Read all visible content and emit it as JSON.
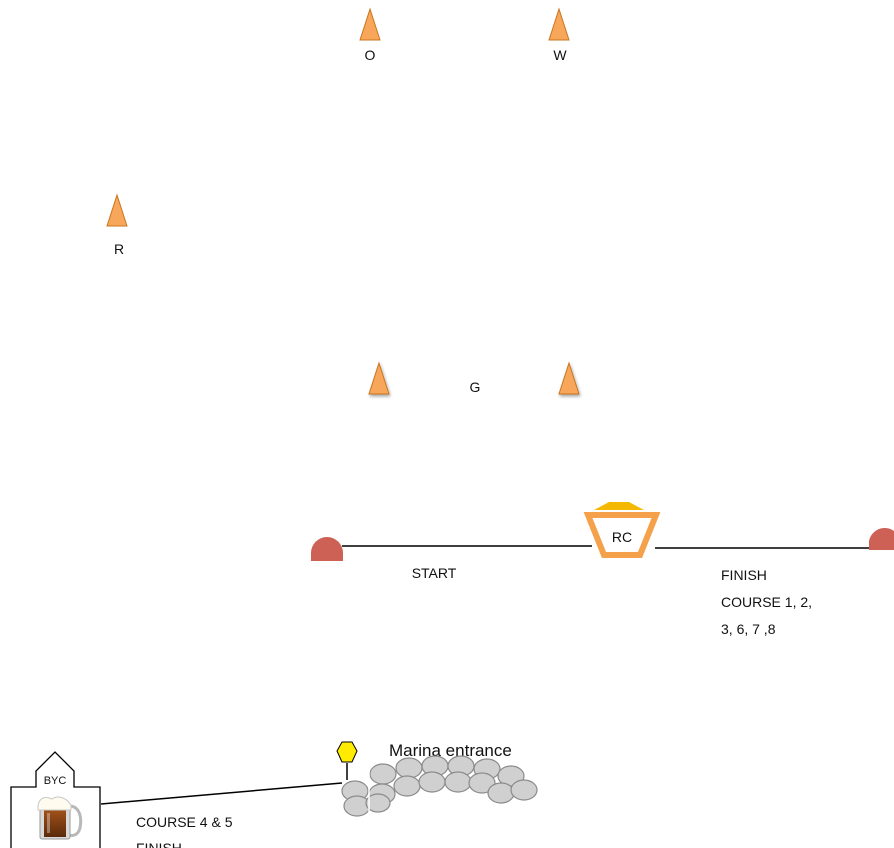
{
  "marks": [
    {
      "id": "O",
      "label": "O"
    },
    {
      "id": "W",
      "label": "W"
    },
    {
      "id": "R",
      "label": "R"
    },
    {
      "id": "G",
      "label": "G"
    }
  ],
  "committee_boat": {
    "label": "RC"
  },
  "start_line": {
    "label": "START"
  },
  "finish_line": {
    "label_lines": [
      "FINISH",
      "COURSE 1, 2,",
      "3, 6, 7 ,8"
    ]
  },
  "marina": {
    "label": "Marina entrance"
  },
  "club": {
    "label": "BYC",
    "icon": "beer-mug-icon"
  },
  "alt_finish": {
    "label_lines": [
      "COURSE 4 & 5",
      "FINISH"
    ]
  },
  "colors": {
    "buoy": "#f7a65a",
    "pin": "#cd6155",
    "committee_boat": "#f5a04a",
    "committee_arrow": "#f5b800",
    "marker": "#ffeb00"
  }
}
